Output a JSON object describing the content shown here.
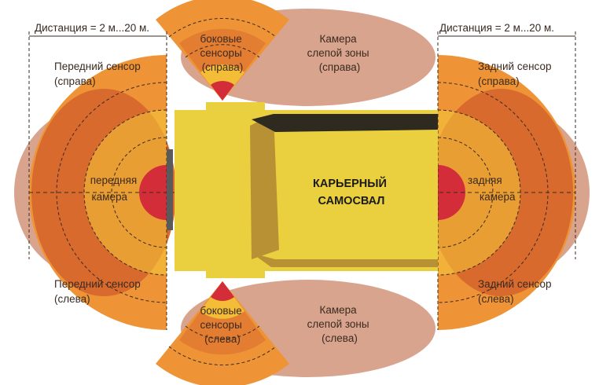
{
  "colors": {
    "blind_zone": "#d9a48e",
    "sensor_outer": "#ee9436",
    "sensor_inner": "#d96a2e",
    "camera_yellow": "#f6c83a",
    "camera_red": "#d42d3a",
    "truck_body": "#ead03e",
    "truck_shadow": "#b99135",
    "truck_dark": "#2f2a1f",
    "bumper": "#5a5a5a"
  },
  "distance_left": "Дистанция = 2 м...20 м.",
  "distance_right": "Дистанция = 2 м...20 м.",
  "side_sensors_top": {
    "l1": "боковые",
    "l2": "сенсоры",
    "l3": "(справа)"
  },
  "side_sensors_bottom": {
    "l1": "боковые",
    "l2": "сенсоры",
    "l3": "(слева)"
  },
  "blind_cam_top": {
    "l1": "Камера",
    "l2": "слепой зоны",
    "l3": "(справа)"
  },
  "blind_cam_bottom": {
    "l1": "Камера",
    "l2": "слепой зоны",
    "l3": "(слева)"
  },
  "front_sensor_right": {
    "l1": "Передний сенсор",
    "l2": "(справа)"
  },
  "front_sensor_left": {
    "l1": "Передний сенсор",
    "l2": "(слева)"
  },
  "rear_sensor_right": {
    "l1": "Задний сенсор",
    "l2": "(справа)"
  },
  "rear_sensor_left": {
    "l1": "Задний сенсор",
    "l2": "(слева)"
  },
  "front_camera": {
    "l1": "передняя",
    "l2": "камера"
  },
  "rear_camera": {
    "l1": "задняя",
    "l2": "камера"
  },
  "truck": {
    "l1": "КАРЬЕРНЫЙ",
    "l2": "САМОСВАЛ"
  }
}
